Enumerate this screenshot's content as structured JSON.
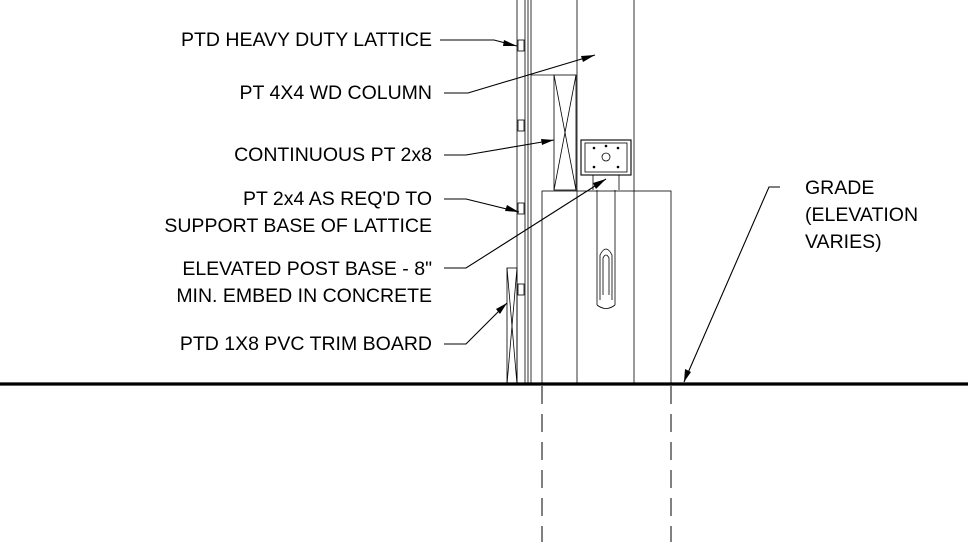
{
  "drawing": {
    "labels": {
      "lattice": "PTD HEAVY DUTY LATTICE",
      "column": "PT 4X4 WD COLUMN",
      "continuous": "CONTINUOUS PT 2x8",
      "support_line1": "PT 2x4 AS REQ'D TO",
      "support_line2": "SUPPORT BASE OF LATTICE",
      "post_base_line1": "ELEVATED POST BASE - 8\"",
      "post_base_line2": "MIN. EMBED IN CONCRETE",
      "trim": "PTD 1X8 PVC TRIM BOARD",
      "grade_line1": "GRADE",
      "grade_line2": "(ELEVATION",
      "grade_line3": "VARIES)"
    }
  }
}
